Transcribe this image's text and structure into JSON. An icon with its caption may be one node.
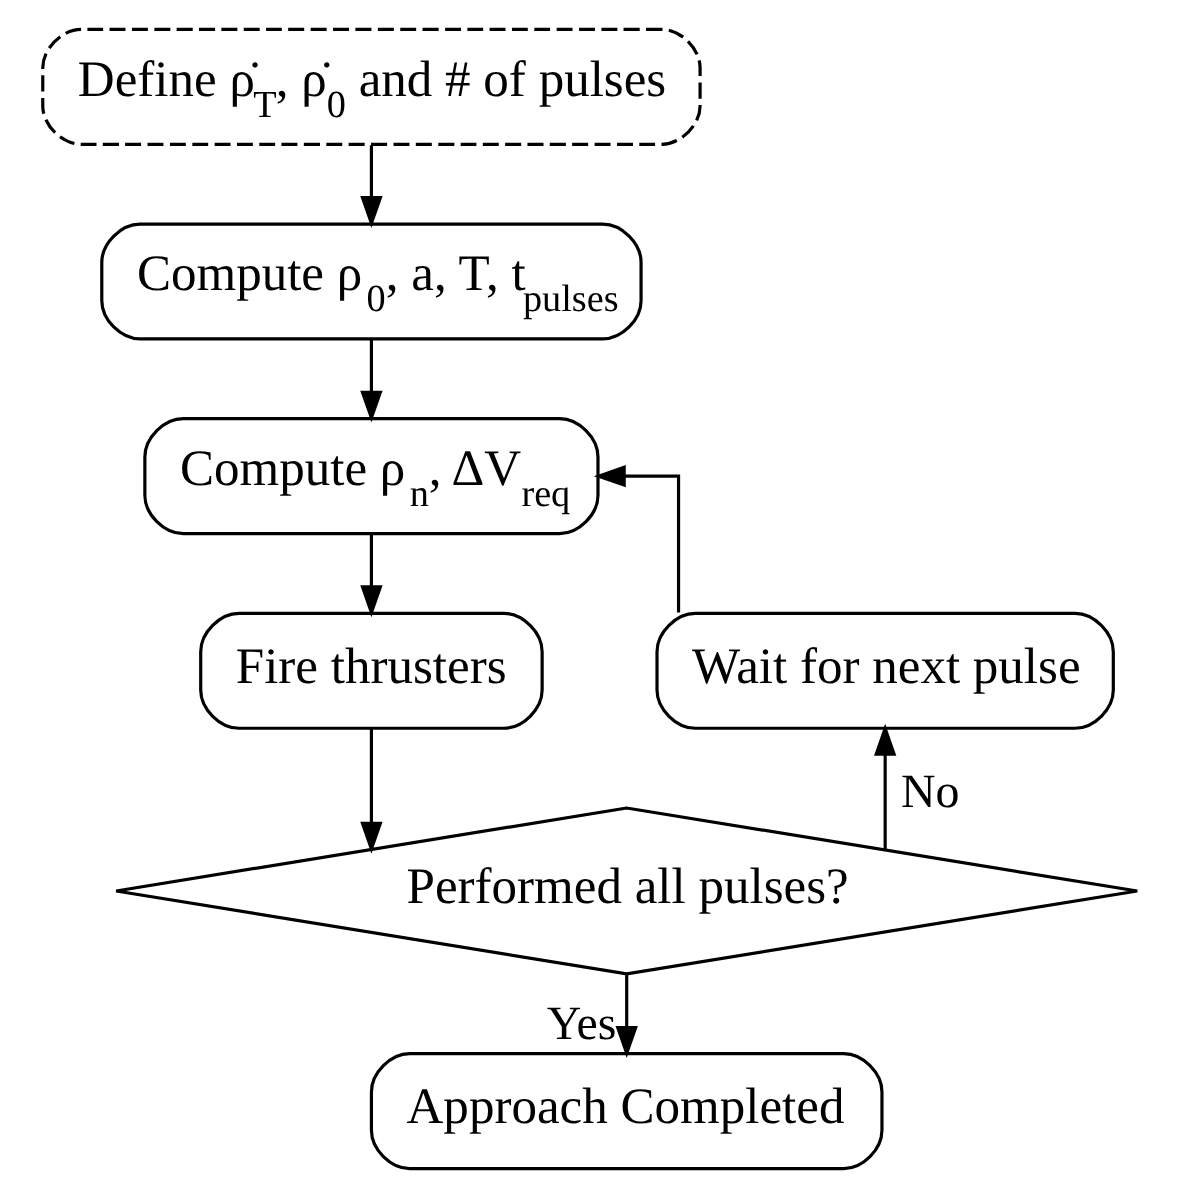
{
  "diagram": {
    "nodes": [
      {
        "text": [
          "Define ρ̇$_{T}$, ρ̇$_{0}$ and # of pulses"
        ]
      },
      {
        "text": [
          "Compute ρ$_{0}$, a, T, t$_{pulses}$"
        ]
      },
      {
        "text": [
          "Compute ρ$_{n}$, ΔV$_{req}$"
        ]
      },
      {
        "text": [
          "Fire thrusters"
        ]
      },
      {
        "text": [
          "Performed all pulses?"
        ]
      },
      {
        "text": [
          "Wait for next pulse"
        ]
      },
      {
        "text": [
          "Approach Completed"
        ]
      }
    ],
    "edges": [
      {
        "from": 0,
        "to": 1,
        "arrow": "to"
      },
      {
        "from": 1,
        "to": 2,
        "arrow": "to"
      },
      {
        "from": 2,
        "to": 3,
        "arrow": "to"
      },
      {
        "from": 3,
        "to": 4,
        "arrow": "to"
      },
      {
        "from": 4,
        "to": 5,
        "arrow": "to",
        "label": "No"
      },
      {
        "from": 5,
        "to": 2,
        "arrow": "to"
      },
      {
        "from": 4,
        "to": 6,
        "arrow": "to",
        "label": "Yes"
      }
    ]
  }
}
